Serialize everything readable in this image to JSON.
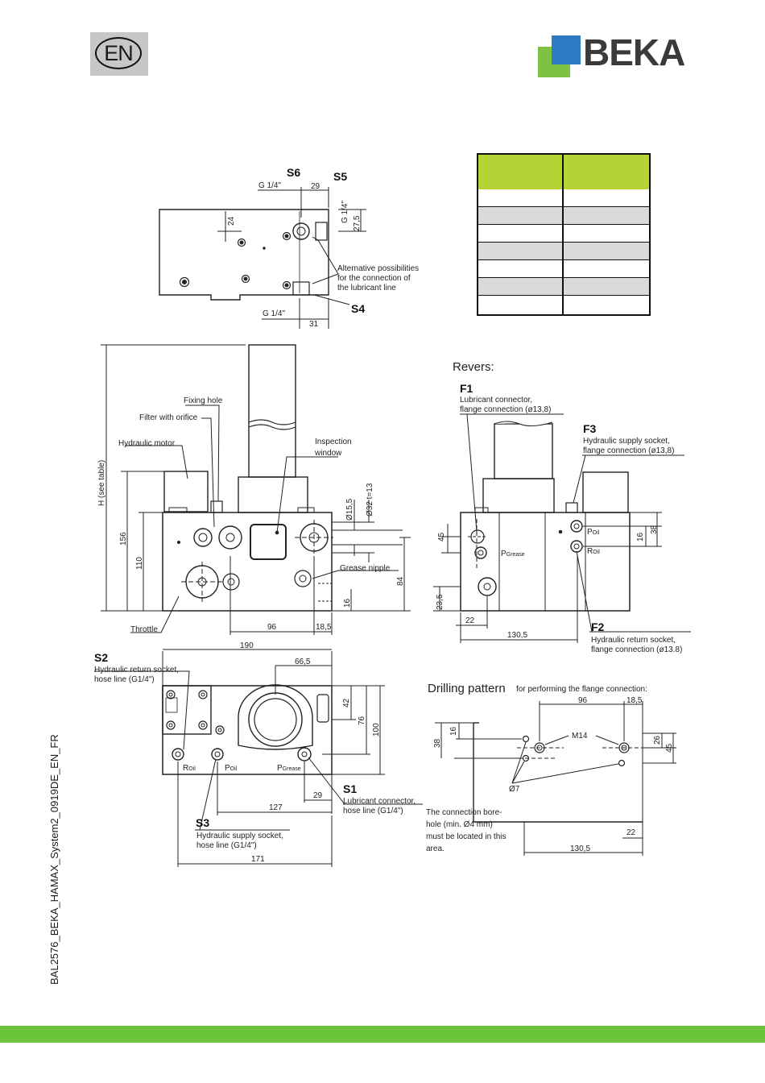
{
  "header": {
    "lang_badge": "EN",
    "logo_text": "BEKA"
  },
  "top_view": {
    "labels": {
      "s6": "S6",
      "s5": "S5",
      "s4": "S4",
      "g14_top": "G 1/4\"",
      "g14_side": "G 1/4\"",
      "g14_bottom": "G 1/4\"",
      "d29": "29",
      "d24": "24",
      "d275": "27,5",
      "d31": "31"
    },
    "note": [
      "Alternative possibilities",
      "for the connection of",
      "the lubricant line"
    ]
  },
  "front_view": {
    "h_label": "H (see table)",
    "labels": {
      "fixing_hole": "Fixing hole",
      "filter": "Filter with orifice",
      "motor": "Hydraulic motor",
      "inspection1": "Inspection",
      "inspection2": "window",
      "grease_nipple": "Grease nipple",
      "throttle": "Throttle"
    },
    "dims": {
      "d156": "156",
      "d110": "110",
      "d155": "Ø15,5",
      "d32": "Ø32 t=13",
      "d84": "84",
      "d16": "16",
      "d96": "96",
      "d185": "18,5"
    }
  },
  "revers": {
    "title": "Revers:",
    "f1": {
      "code": "F1",
      "line1": "Lubricant connector,",
      "line2": "flange connection (ø13,8)"
    },
    "f3": {
      "code": "F3",
      "line1": "Hydraulic supply socket,",
      "line2": "flange connection (ø13,8)"
    },
    "f2": {
      "code": "F2",
      "line1": "Hydraulic return socket,",
      "line2": "flange connection (ø13.8)"
    },
    "ports": {
      "p_oil": "P",
      "p_oil_sub": "Oil",
      "r_oil": "R",
      "r_oil_sub": "Oil",
      "p_grease": "P",
      "p_grease_sub": "Grease"
    },
    "dims": {
      "d45": "45",
      "d235": "23,5",
      "d22": "22",
      "d1305": "130,5",
      "d16": "16",
      "d38": "38"
    }
  },
  "bottom_view": {
    "s2": {
      "code": "S2",
      "line1": "Hydraulic return socket,",
      "line2": "hose line (G1/4\")"
    },
    "s1": {
      "code": "S1",
      "line1": "Lubricant connector,",
      "line2": "hose line (G1/4\")"
    },
    "s3": {
      "code": "S3",
      "line1": "Hydraulic supply socket,",
      "line2": "hose line (G1/4\")"
    },
    "ports": {
      "r_oil": "R",
      "r_oil_sub": "Oil",
      "p_oil": "P",
      "p_oil_sub": "Oil",
      "p_grease": "P",
      "p_grease_sub": "Grease"
    },
    "dims": {
      "d190": "190",
      "d665": "66,5",
      "d42": "42",
      "d76": "76",
      "d100": "100",
      "d29": "29",
      "d127": "127",
      "d171": "171"
    }
  },
  "drilling": {
    "title": "Drilling pattern",
    "subtitle": "for performing the flange connection:",
    "dims": {
      "d96": "96",
      "d185": "18,5",
      "d16": "16",
      "d38": "38",
      "d26": "26",
      "d45": "45",
      "d22": "22",
      "d1305": "130,5"
    },
    "m14": "M14",
    "o7": "Ø7",
    "note": [
      "The connection bore-",
      "hole (min. Ø4 mm)",
      "must be located in this",
      "area."
    ]
  },
  "footer": {
    "doc_code": "BAL2576_BEKA_HAMAX_System2_0919DE_EN_FR"
  },
  "colors": {
    "table_header": "#b4d334",
    "table_stripe": "#d9d9d9",
    "footer_bar": "#6cc43a",
    "logo_blue": "#2e7bc4",
    "logo_green": "#7dc242"
  }
}
